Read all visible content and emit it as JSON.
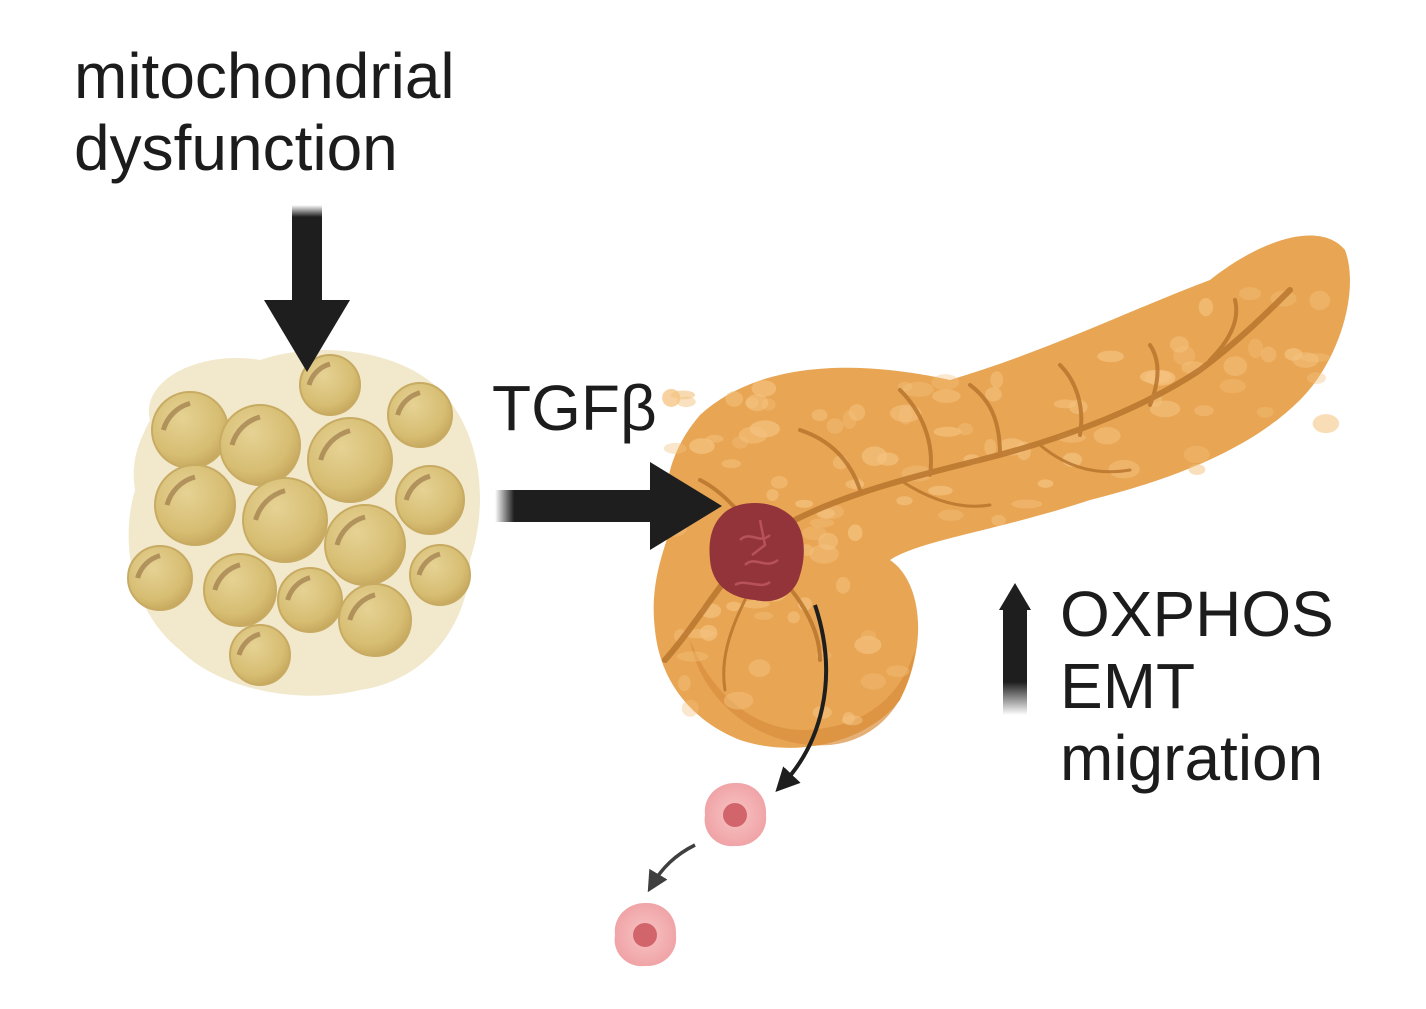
{
  "labels": {
    "mitochondrial_dysfunction": [
      "mitochondrial",
      "dysfunction"
    ],
    "signal": "TGFβ",
    "increased": [
      "OXPHOS",
      "EMT",
      "migration"
    ]
  },
  "colors": {
    "adipocyte_fill": "#d9c27a",
    "adipocyte_shadow": "#f1e6c6",
    "adipocyte_spot": "#8a6438",
    "pancreas_fill": "#e8a553",
    "pancreas_lobule": "#f4c27f",
    "pancreas_duct": "#b8752e",
    "tumor": "#93343b",
    "tumor_detail": "#c15a60",
    "cell_outer": "#f2a7a9",
    "cell_nucleus": "#d2656b",
    "arrow": "#1e1e1e"
  },
  "icons": [
    "adipose-tissue-cluster-icon",
    "pancreas-organ-icon",
    "tumor-mass-icon",
    "migrating-cell-icon"
  ]
}
